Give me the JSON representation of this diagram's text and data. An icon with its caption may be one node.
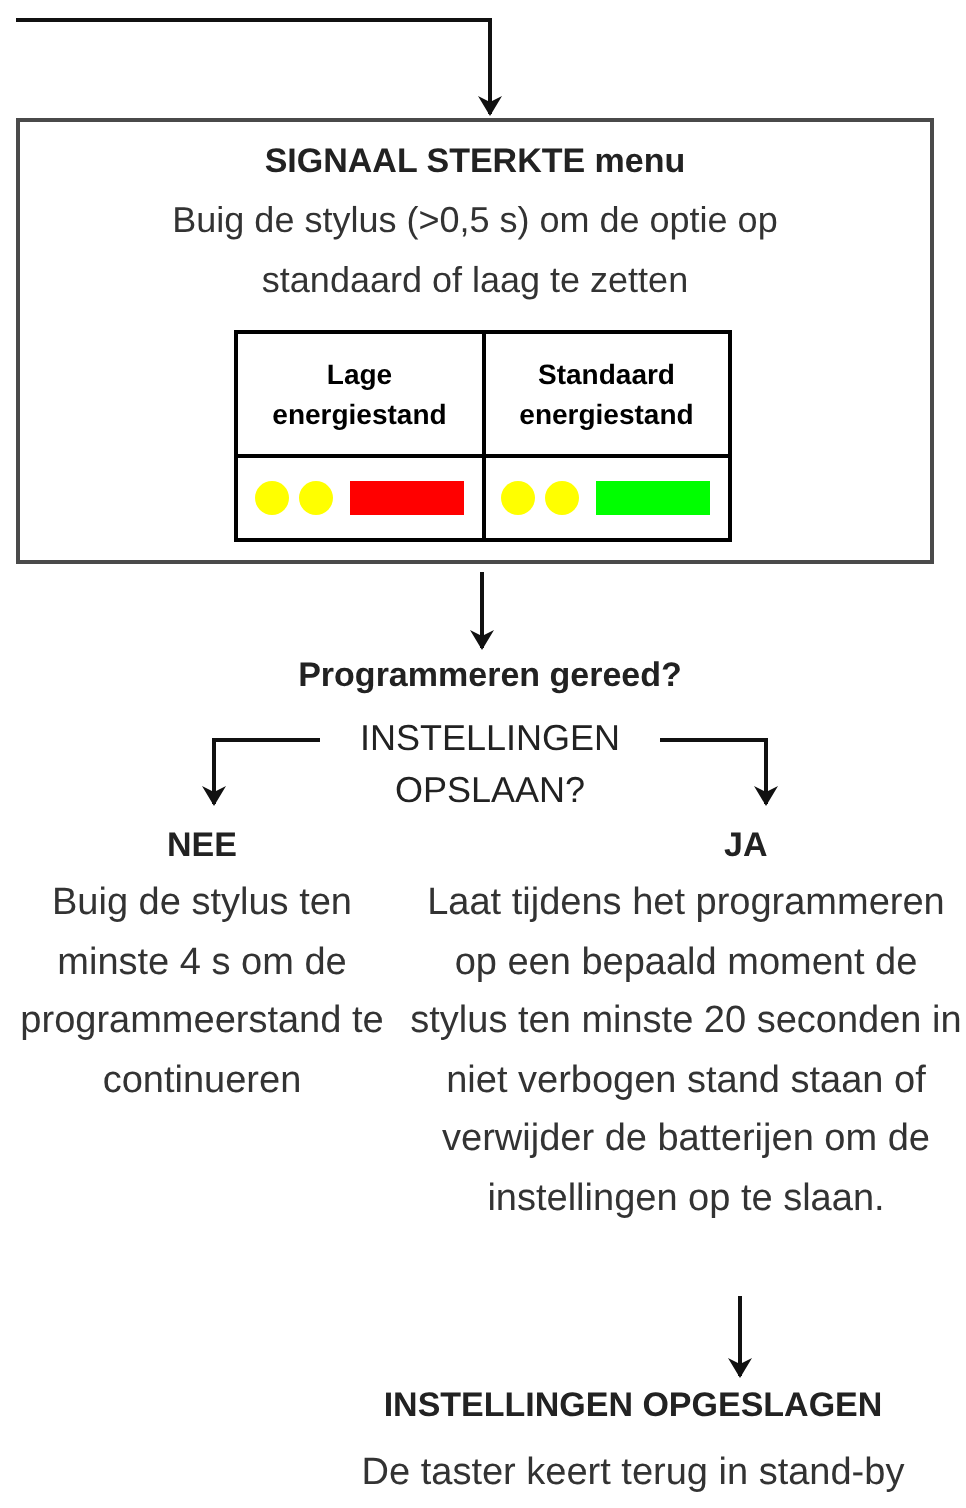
{
  "diagram": {
    "nodes": [
      {
        "text": [
          "SIGNAAL STERKTE menu",
          "Buig de stylus (>0,5 s) om de optie op standaard of laag te zetten"
        ]
      },
      {
        "text": [
          "Programmeren gereed?"
        ]
      },
      {
        "text": [
          "INSTELLINGEN OPSLAAN?"
        ]
      },
      {
        "text": [
          "NEE",
          "Buig de stylus ten minste 4 s om de programmeerstand te continueren"
        ]
      },
      {
        "text": [
          "JA",
          "Laat tijdens het programmeren op een bepaald moment de stylus ten minste 20 seconden in niet verbogen stand staan of verwijder de batterijen om de instellingen op te slaan."
        ]
      },
      {
        "text": [
          "INSTELLINGEN OPGESLAGEN",
          "De taster keert terug in stand-by"
        ]
      }
    ],
    "edges": [
      {
        "from": null,
        "to": 0,
        "arrow": "to"
      },
      {
        "from": 0,
        "to": 1,
        "arrow": "to"
      },
      {
        "from": 2,
        "to": 3,
        "arrow": "to"
      },
      {
        "from": 2,
        "to": 4,
        "arrow": "to"
      },
      {
        "from": 4,
        "to": 5,
        "arrow": "to"
      }
    ],
    "labels": [
      "Lage energiestand",
      "Standaard energiestand"
    ]
  }
}
